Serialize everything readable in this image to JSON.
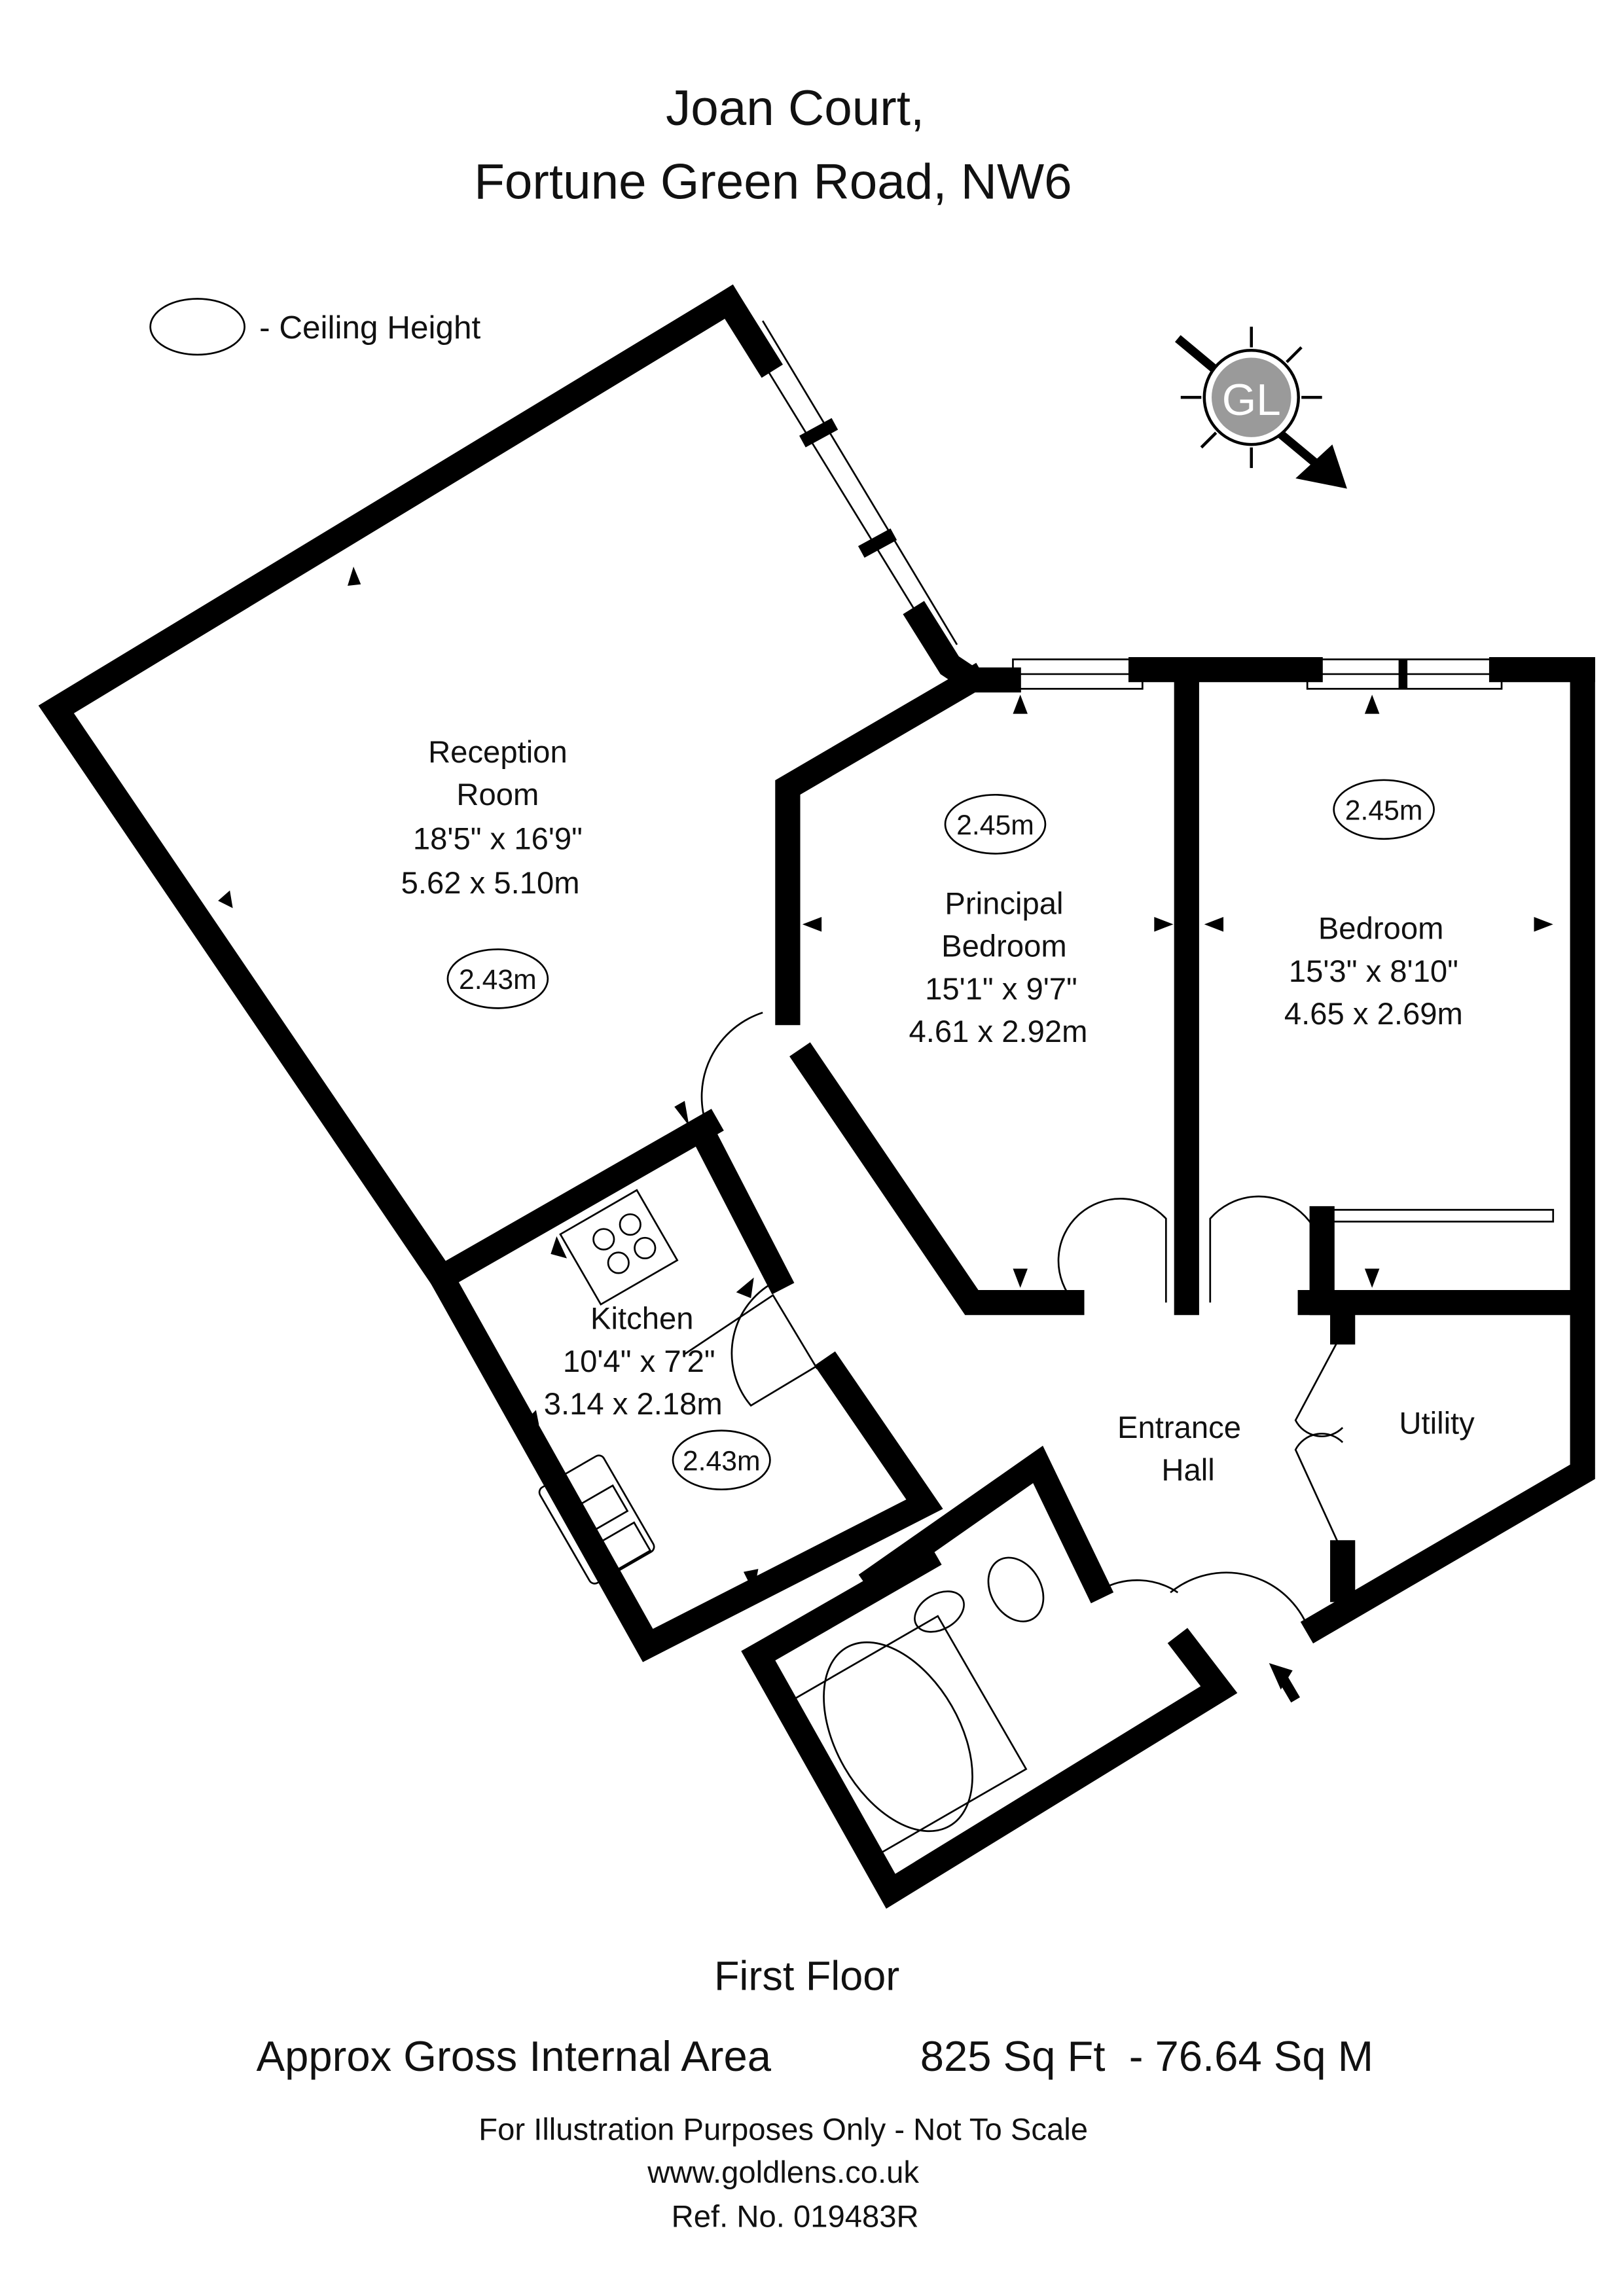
{
  "title": {
    "line1": "Joan Court,",
    "line2": "Fortune Green Road, NW6"
  },
  "legend": {
    "label": "- Ceiling Height"
  },
  "logo": {
    "text": "GL"
  },
  "rooms": {
    "reception": {
      "name1": "Reception",
      "name2": "Room",
      "imperial": "18'5\" x 16'9\"",
      "metric": "5.62 x 5.10m",
      "ceiling": "2.43m"
    },
    "principal": {
      "name1": "Principal",
      "name2": "Bedroom",
      "imperial": "15'1\" x 9'7\"",
      "metric": "4.61 x 2.92m",
      "ceiling": "2.45m"
    },
    "bedroom": {
      "name1": "Bedroom",
      "imperial": "15'3\" x 8'10\"",
      "metric": "4.65 x 2.69m",
      "ceiling": "2.45m"
    },
    "kitchen": {
      "name1": "Kitchen",
      "imperial": "10'4\" x 7'2\"",
      "metric": "3.14 x 2.18m",
      "ceiling": "2.43m"
    },
    "hall": {
      "name1": "Entrance",
      "name2": "Hall"
    },
    "utility": {
      "name1": "Utility"
    }
  },
  "footer": {
    "floor": "First Floor",
    "area_label": "Approx Gross Internal Area",
    "area_value": "825 Sq Ft  - 76.64 Sq M",
    "disclaimer": "For Illustration Purposes Only - Not To Scale",
    "website": "www.goldlens.co.uk",
    "ref": "Ref. No. 019483R"
  }
}
